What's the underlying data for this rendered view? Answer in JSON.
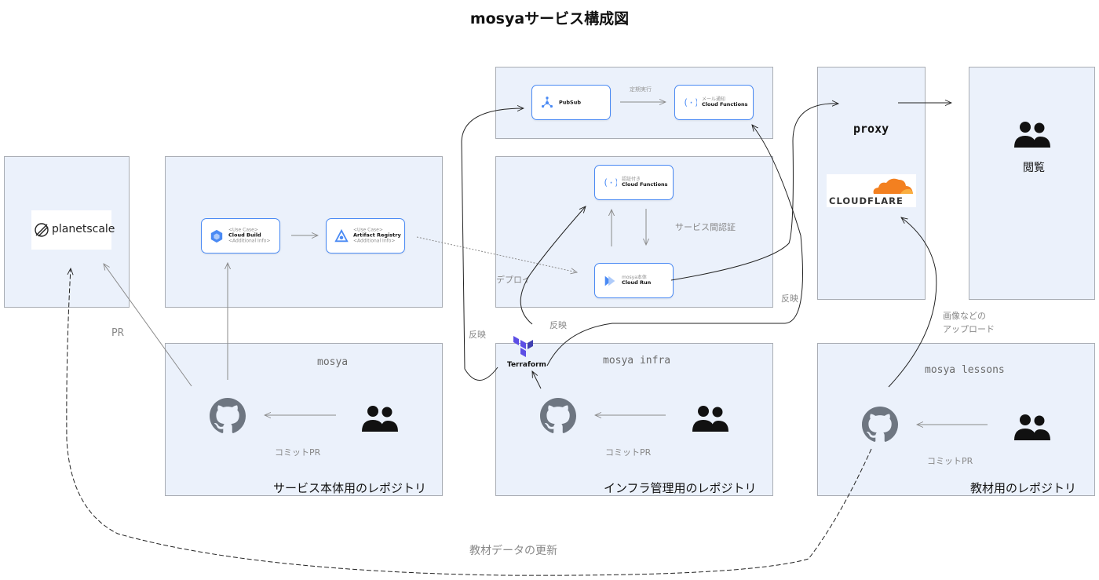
{
  "title": "mosyaサービス構成図",
  "planetscale": {
    "logo_text": "planetscale"
  },
  "build": {
    "cloud_build": {
      "top": "<Use Case>",
      "name": "Cloud Build",
      "bottom": "<Additional Info>"
    },
    "artifact_registry": {
      "top": "<Use Case>",
      "name": "Artifact Registry",
      "bottom": "<Additional Info>"
    }
  },
  "pubsub_panel": {
    "pubsub": {
      "name": "PubSub"
    },
    "arrow_label": "定期実行",
    "functions": {
      "top": "メール通知",
      "name": "Cloud Functions"
    }
  },
  "service_panel": {
    "functions": {
      "top": "認証付き",
      "name": "Cloud Functions"
    },
    "run": {
      "top": "mosya本体",
      "name": "Cloud Run"
    },
    "auth_label": "サービス間認証",
    "deploy_label": "デプロイ"
  },
  "proxy_panel": {
    "proxy_label": "proxy",
    "cloudflare_text": "CLOUDFLARE"
  },
  "viewer_panel": {
    "label": "閲覧"
  },
  "repos": {
    "main": {
      "name": "mosya",
      "commit": "コミットPR",
      "caption": "サービス本体用のレポジトリ"
    },
    "infra": {
      "name": "mosya infra",
      "commit": "コミットPR",
      "caption": "インフラ管理用のレポジトリ"
    },
    "lessons": {
      "name": "mosya lessons",
      "commit": "コミットPR",
      "caption": "教材用のレポジトリ"
    }
  },
  "labels": {
    "pr": "PR",
    "reflect_left": "反映",
    "reflect_mid": "反映",
    "reflect_right": "反映",
    "upload_line1": "画像などの",
    "upload_line2": "アップロード",
    "update_data": "教材データの更新",
    "terraform": "Terraform"
  },
  "colors": {
    "panel": "#ebf1fb",
    "card_border": "#4a8af4",
    "cloudflare": "#f38020",
    "terraform": "#5c4ee5"
  }
}
